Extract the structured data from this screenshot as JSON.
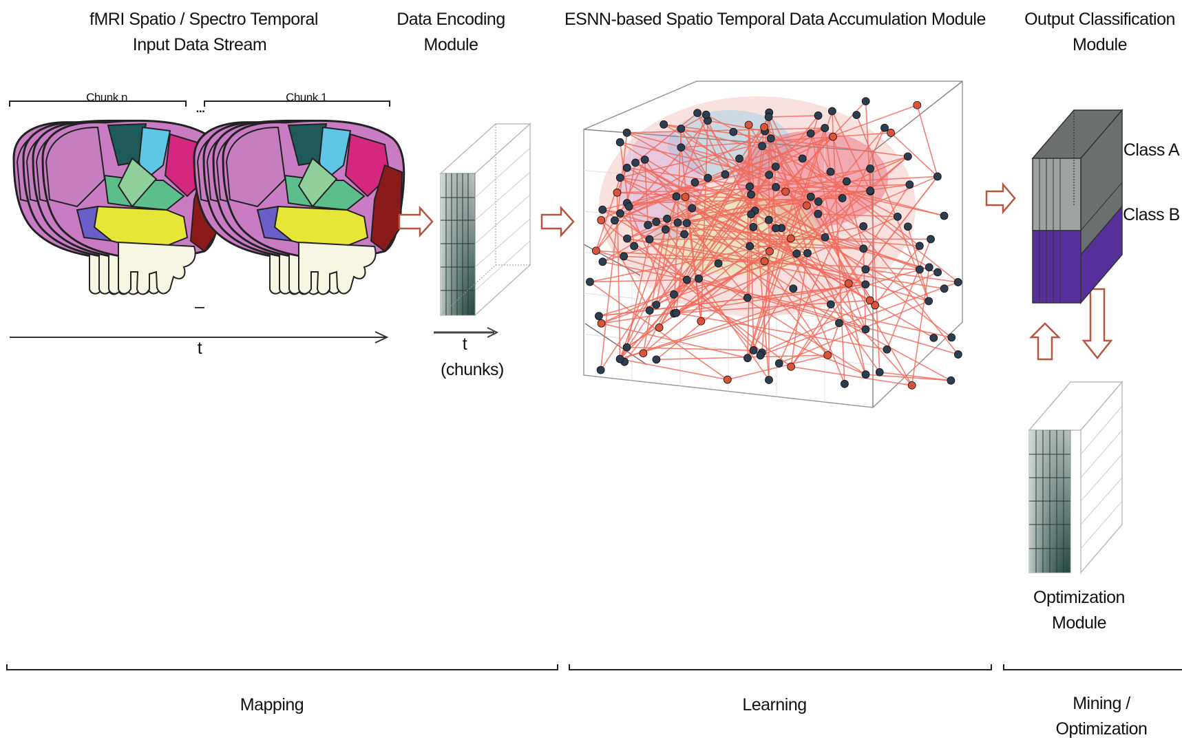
{
  "modules": {
    "input": {
      "line1": "fMRI Spatio / Spectro Temporal",
      "line2": "Input Data Stream"
    },
    "encoding": {
      "line1": "Data Encoding",
      "line2": "Module"
    },
    "accumulation": {
      "title": "ESNN-based Spatio Temporal Data Accumulation Module"
    },
    "output": {
      "line1": "Output Classification",
      "line2": "Module"
    },
    "optimization": {
      "line1": "Optimization",
      "line2": "Module"
    }
  },
  "chunks": {
    "first": "Chunk n",
    "ellipsis": "...",
    "last": "Chunk 1"
  },
  "axes": {
    "time": "t",
    "time_chunks": "t",
    "chunks_unit": "(chunks)"
  },
  "classes": {
    "a": "Class A",
    "b": "Class B"
  },
  "stages": {
    "mapping": "Mapping",
    "learning": "Learning",
    "mining_line1": "Mining /",
    "mining_line2": "Optimization"
  },
  "colors": {
    "arrow_outline": "#b5543f",
    "connection": "#f26a5a",
    "neuron_dark": "#2c3e50",
    "neuron_red": "#d9543a",
    "class_a": "#6b6f6f",
    "class_b": "#55309a"
  }
}
